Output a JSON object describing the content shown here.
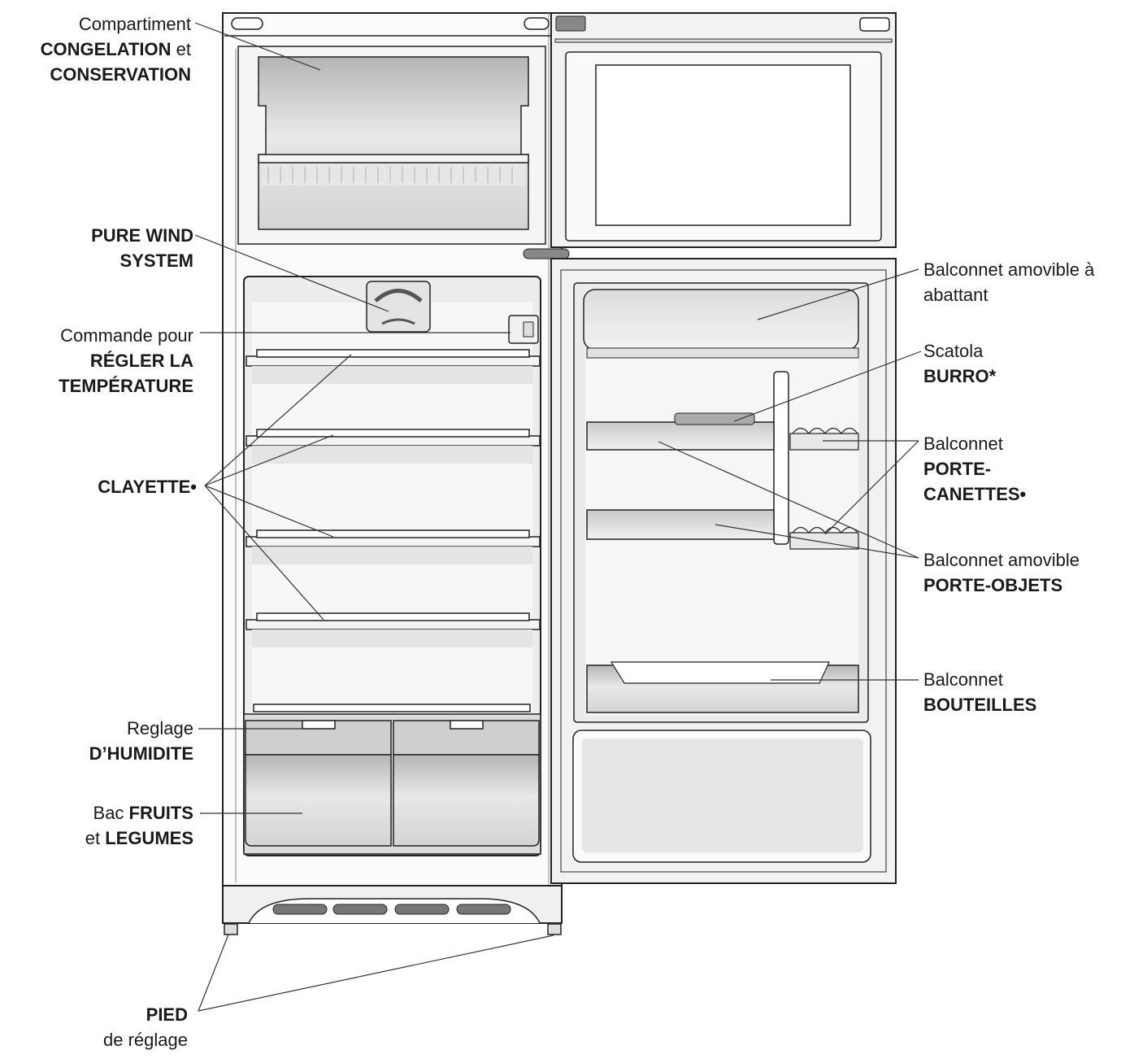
{
  "labels": {
    "freezer": {
      "line1": "Compartiment",
      "line2_bold": "CONGELATION",
      "line2_normal": " et",
      "line3_bold": "CONSERVATION"
    },
    "pure_wind": {
      "line1_bold": "PURE WIND",
      "line2_bold": "SYSTEM"
    },
    "thermostat": {
      "line1": "Commande pour",
      "line2_bold": "RÉGLER LA",
      "line3_bold": "TEMPÉRATURE"
    },
    "shelf": {
      "line1_bold": "CLAYETTE•"
    },
    "humidity": {
      "line1": "Reglage",
      "line2_bold": "D’HUMIDITE"
    },
    "crisper": {
      "line1_normal": "Bac ",
      "line1_bold": "FRUITS",
      "line2_normal": "et ",
      "line2_bold": "LEGUMES"
    },
    "foot": {
      "line1_bold": "PIED",
      "line2": "de réglage"
    },
    "flap_balcony": {
      "line1": "Balconnet amovible à",
      "line2": "abattant"
    },
    "butter": {
      "line1": "Scatola",
      "line2_bold": "BURRO*"
    },
    "cans": {
      "line1": "Balconnet",
      "line2_bold": "PORTE-",
      "line3_bold": "CANETTES•"
    },
    "objects": {
      "line1": "Balconnet amovible",
      "line2_bold": "PORTE-OBJETS"
    },
    "bottles": {
      "line1": "Balconnet",
      "line2_bold": "BOUTEILLES"
    }
  }
}
